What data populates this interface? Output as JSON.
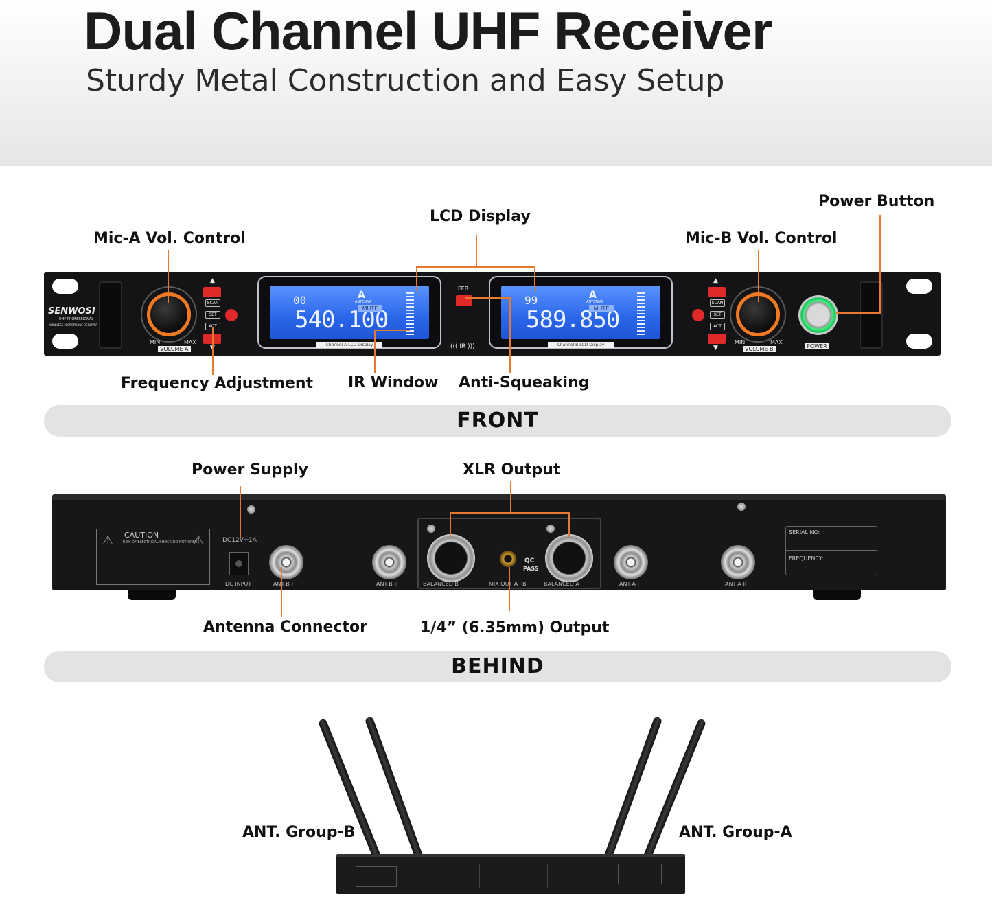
{
  "header": {
    "title": "Dual Channel UHF Receiver",
    "subtitle": "Sturdy Metal Construction and Easy Setup"
  },
  "front": {
    "section_label": "FRONT",
    "callouts": {
      "mic_a": "Mic-A Vol. Control",
      "lcd": "LCD  Display",
      "mic_b": "Mic-B Vol. Control",
      "power_button": "Power Button",
      "frequency": "Frequency Adjustment",
      "ir_window": "IR Window",
      "anti_squeaking": "Anti-Squeaking"
    },
    "panel": {
      "brand": "SENWOSI",
      "brand_sub1": "UHF PROFESSIONAL",
      "brand_sub2": "WIRELESS MICROPHONE RECEIVER",
      "keys": [
        "SCAN",
        "SET",
        "ACT"
      ],
      "knob_min": "MIN",
      "knob_max": "MAX",
      "volume_a": "VOLUME A",
      "volume_b": "VOLUME B",
      "feb": "FEB",
      "ir": "((( IR )))",
      "power": "POWER",
      "channel_a": {
        "ch": "00",
        "freq": "540.100",
        "mute": "MUTE",
        "antenna": "ANTENNA",
        "caption": "Channel A  LCD Display"
      },
      "channel_b": {
        "ch": "99",
        "freq": "589.850",
        "mute": "MUTE",
        "antenna": "ANTENNA",
        "caption": "Channel B  LCD Display"
      }
    }
  },
  "behind": {
    "section_label": "BEHIND",
    "callouts": {
      "power_supply": "Power Supply",
      "xlr_output": "XLR Output",
      "antenna_connector": "Antenna Connector",
      "quarter_output": "1/4” (6.35mm) Output"
    },
    "panel": {
      "caution": "CAUTION",
      "caution_sub": "RISK OF ELECTRICAL SHOCK DO NOT OPEN",
      "dc_rating": "DC12V⎓1A",
      "dc_input": "DC INPUT",
      "ant_b1": "ANT-B-I",
      "ant_b2": "ANT-B-II",
      "balanced_b": "BALANCED B",
      "mix_out": "MIX OUT A+B",
      "balanced_a": "BALANCED A",
      "ant_a1": "ANT-A-I",
      "ant_a2": "ANT-A-II",
      "qc": "QC",
      "pass": "PASS",
      "serial": "SERIAL NO:",
      "frequency": "FREQUENCY:"
    }
  },
  "antennas": {
    "group_b": "ANT.  Group-B",
    "group_a": "ANT.  Group-A"
  }
}
